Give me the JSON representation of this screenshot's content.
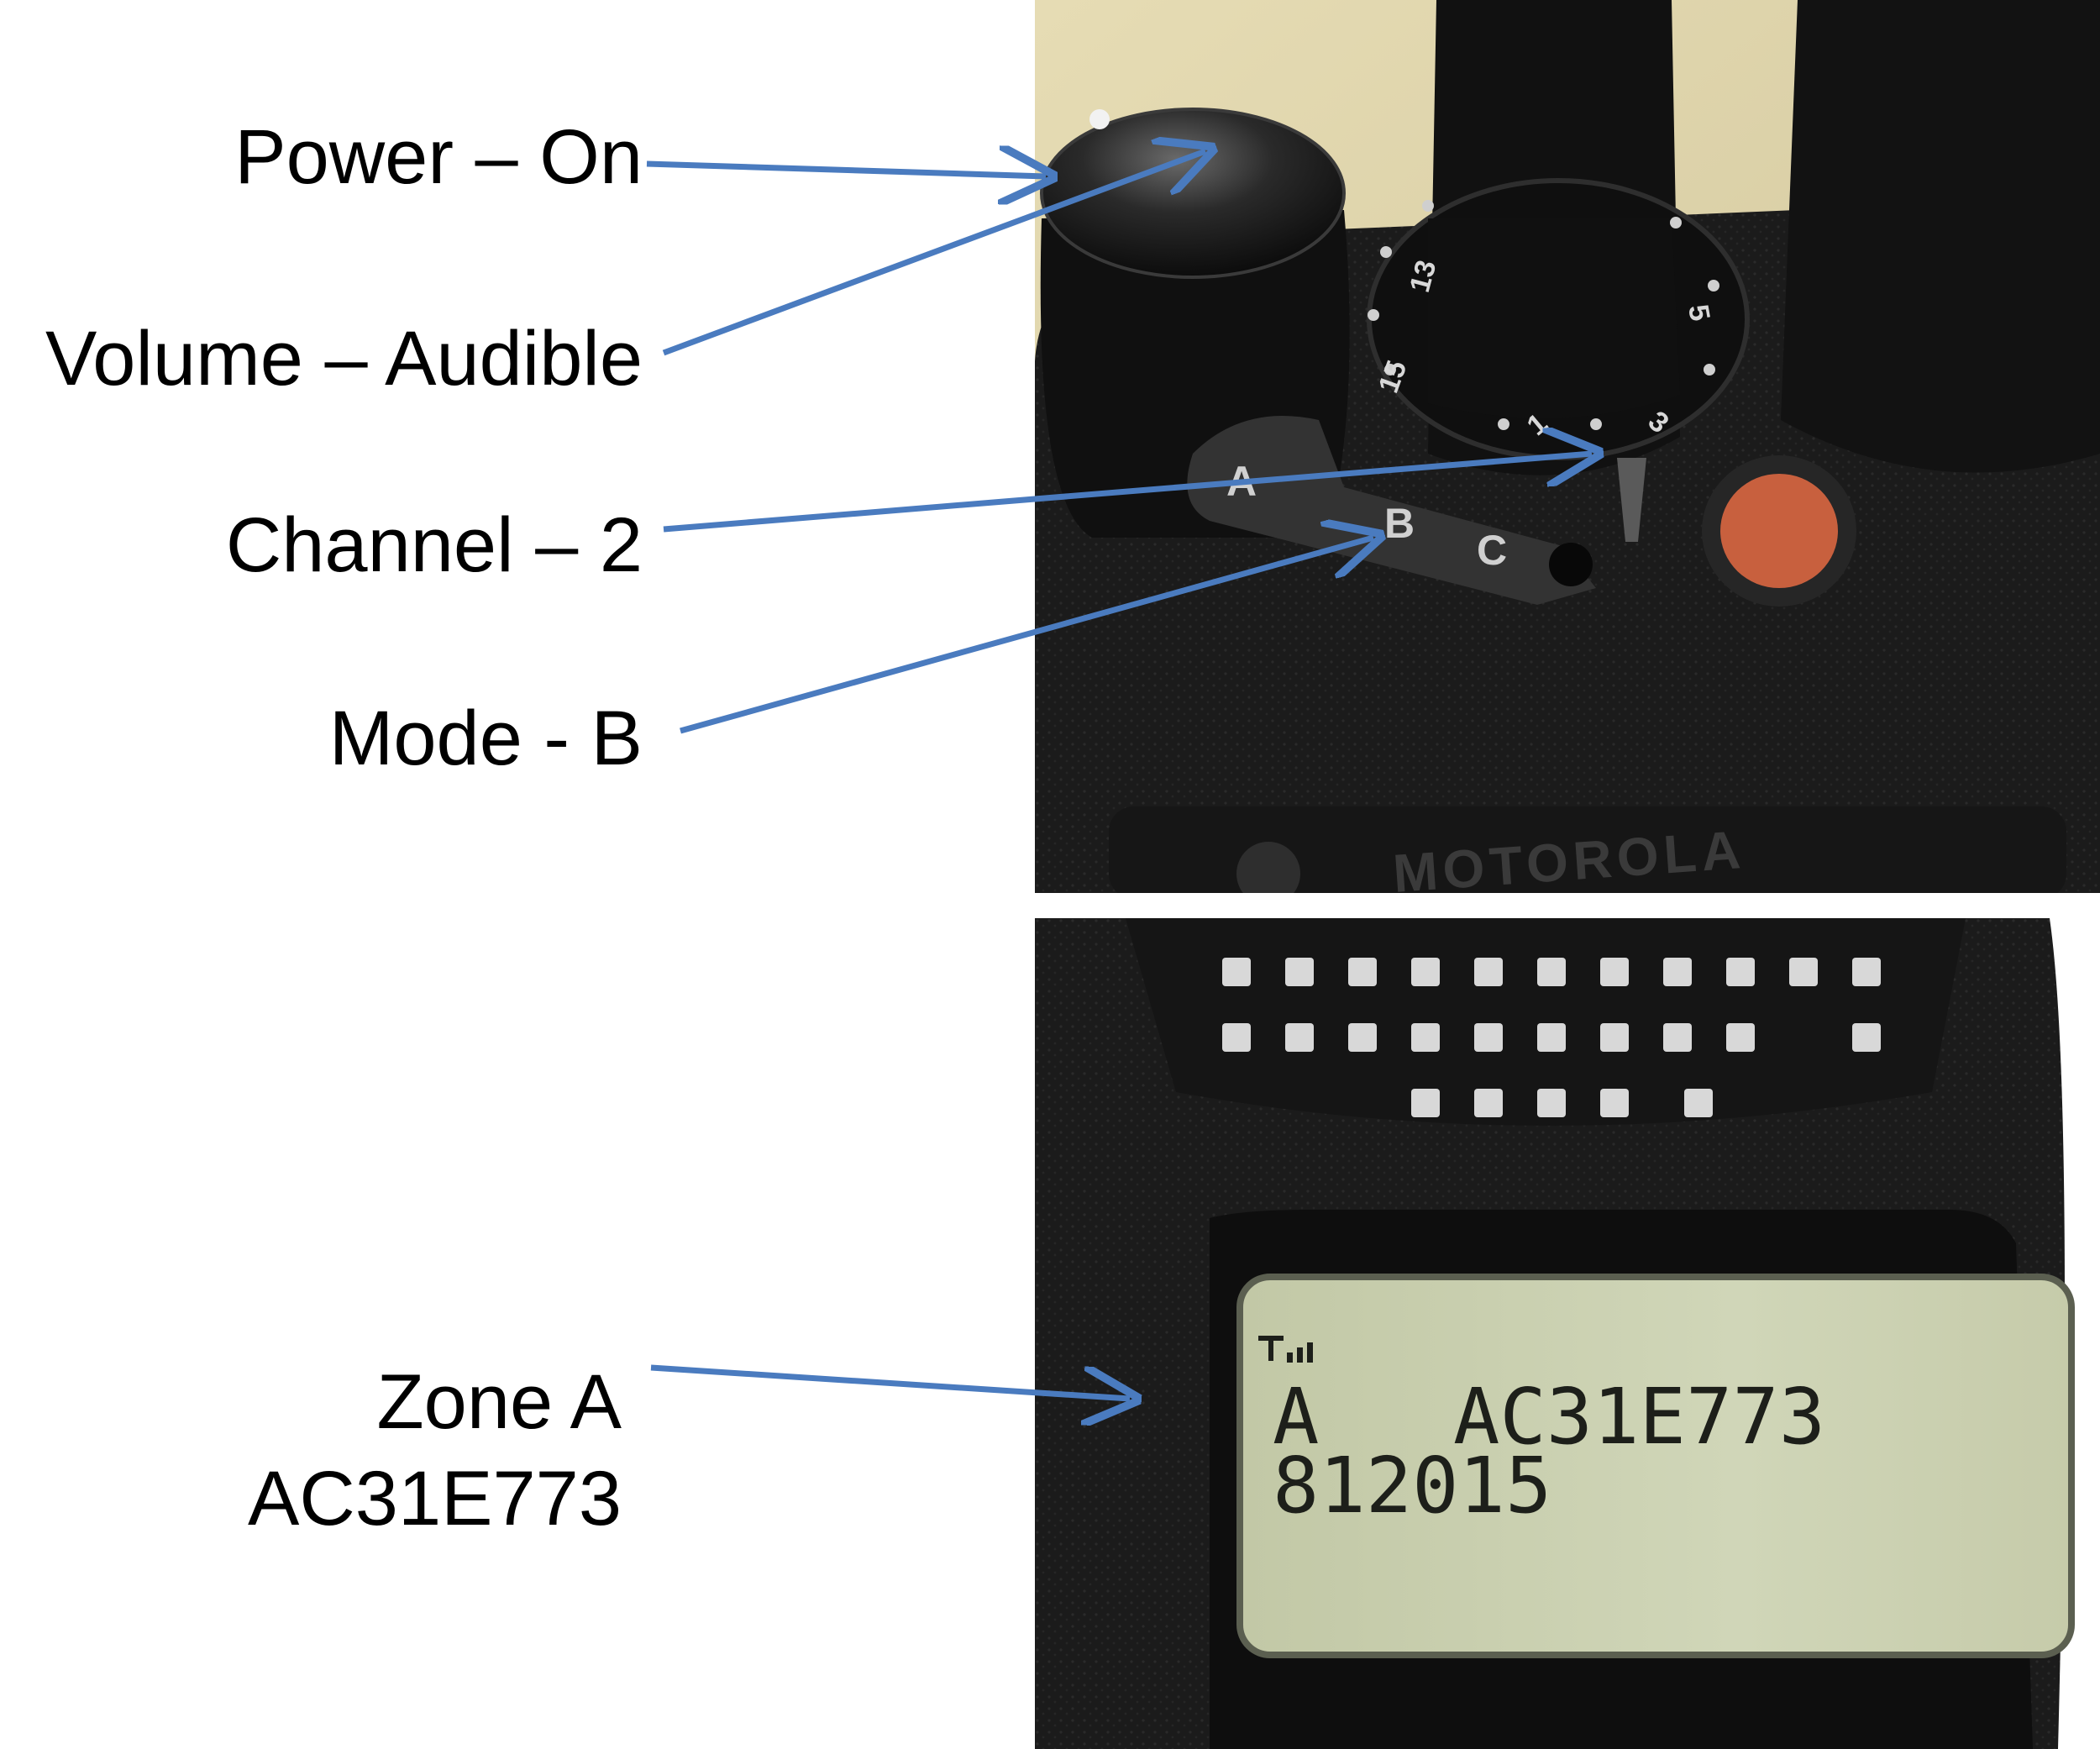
{
  "callouts": {
    "power": "Power – On",
    "volume": "Volume – Audible",
    "channel": "Channel – 2",
    "mode": "Mode - B",
    "zone_line1": "Zone A",
    "zone_line2": "AC31E773"
  },
  "radio": {
    "brand": "MOTOROLA",
    "channel_dial_numbers": [
      "13",
      "5",
      "15",
      "1",
      "3"
    ],
    "mode_letters": [
      "A",
      "B",
      "C"
    ],
    "lcd_line1_zone": "A",
    "lcd_line1_name": "AC31E773",
    "lcd_line2": "812015"
  },
  "colors": {
    "arrow": "#4a7bbf",
    "radio_body": "#1c1c1c",
    "emergency_button": "#c8603e",
    "lcd_background": "#c9cfb0"
  }
}
